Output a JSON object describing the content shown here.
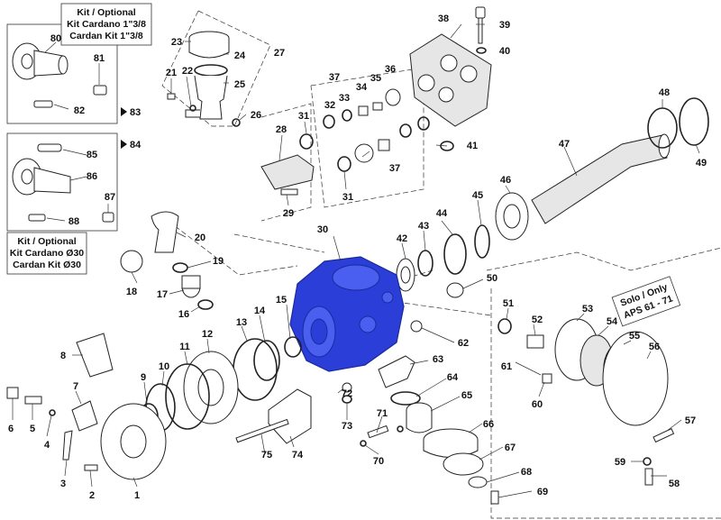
{
  "colors": {
    "highlight": "#2b3fd8",
    "line": "#222222",
    "background": "#ffffff"
  },
  "kit_optional_1": {
    "line1": "Kit / Optional",
    "line2": "Kit Cardano 1\"3/8",
    "line3": "Cardan Kit 1\"3/8"
  },
  "kit_optional_2": {
    "line1": "Kit / Optional",
    "line2": "Kit Cardano Ø30",
    "line3": "Cardan Kit Ø30"
  },
  "solo_only": {
    "line1": "Solo / Only",
    "line2": "APS 61 - 71"
  },
  "ref_83": "83",
  "ref_84": "84",
  "highlighted_part": "30",
  "part_numbers": [
    "1",
    "2",
    "3",
    "4",
    "5",
    "6",
    "7",
    "8",
    "9",
    "10",
    "11",
    "12",
    "13",
    "14",
    "15",
    "16",
    "17",
    "18",
    "19",
    "20",
    "21",
    "22",
    "23",
    "24",
    "25",
    "26",
    "27",
    "28",
    "29",
    "30",
    "31",
    "32",
    "33",
    "34",
    "35",
    "36",
    "37",
    "38",
    "39",
    "40",
    "41",
    "42",
    "43",
    "44",
    "45",
    "46",
    "47",
    "48",
    "49",
    "50",
    "51",
    "52",
    "53",
    "54",
    "55",
    "56",
    "57",
    "58",
    "59",
    "60",
    "61",
    "62",
    "63",
    "64",
    "65",
    "66",
    "67",
    "68",
    "69",
    "70",
    "71",
    "72",
    "73",
    "74",
    "75",
    "80",
    "81",
    "82",
    "85",
    "86",
    "87",
    "88"
  ]
}
